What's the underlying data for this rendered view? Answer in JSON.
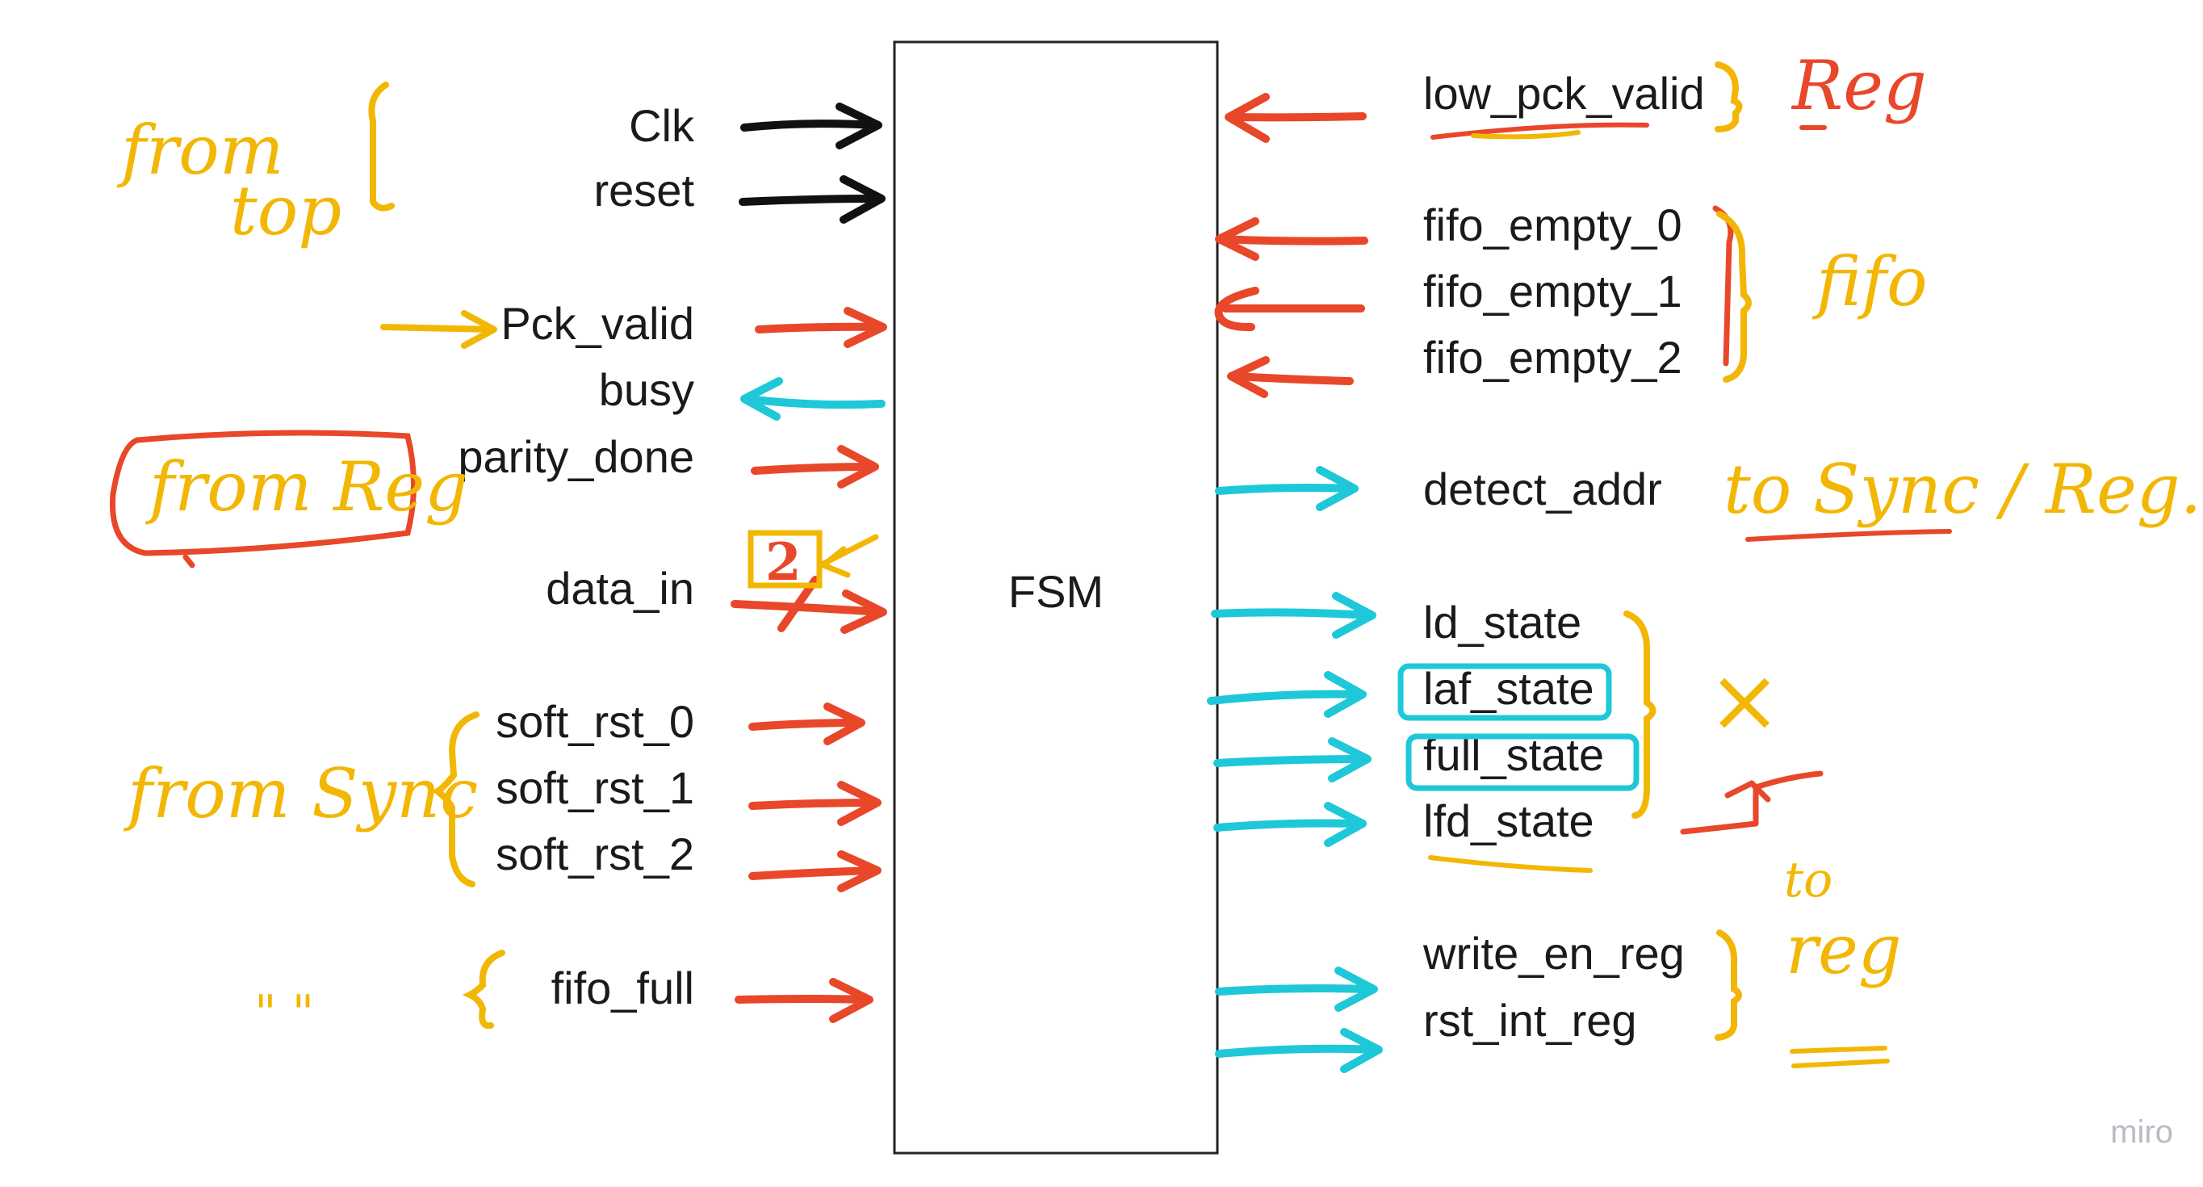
{
  "fsm": {
    "label": "FSM"
  },
  "inputs": {
    "clk": "Clk",
    "reset": "reset",
    "pck_valid": "Pck_valid",
    "busy": "busy",
    "parity_done": "parity_done",
    "data_in": "data_in",
    "soft_rst_0": "soft_rst_0",
    "soft_rst_1": "soft_rst_1",
    "soft_rst_2": "soft_rst_2",
    "fifo_full": "fifo_full"
  },
  "outputs": {
    "low_pck_valid": "low_pck_valid",
    "fifo_empty_0": "fifo_empty_0",
    "fifo_empty_1": "fifo_empty_1",
    "fifo_empty_2": "fifo_empty_2",
    "detect_addr": "detect_addr",
    "ld_state": "ld_state",
    "laf_state": "laf_state",
    "full_state": "full_state",
    "lfd_state": "lfd_state",
    "write_en_reg": "write_en_reg",
    "rst_int_reg": "rst_int_reg"
  },
  "notes": {
    "from_top_1": "from",
    "from_top_2": "top",
    "from_reg": "from Reg",
    "data_in_badge": "2",
    "from_sync": "from Sync",
    "ditto": "\" \"",
    "reg": "Reg",
    "fifo": "fifo",
    "to_sync_reg": "to Sync / Reg.",
    "cross": "×",
    "to": "to",
    "reg2": "reg"
  },
  "watermark": "miro",
  "colors": {
    "red": "#e8472a",
    "cyan": "#1ec8d8",
    "black": "#111111",
    "yellow": "#f2b705"
  }
}
